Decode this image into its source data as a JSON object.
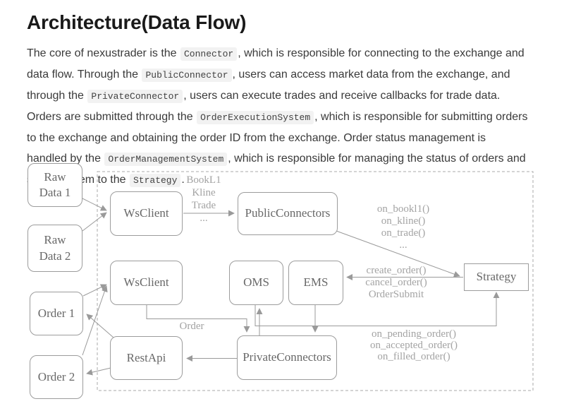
{
  "header": {
    "title": "Architecture(Data Flow)"
  },
  "paragraph": {
    "t1": "The core of nexustrader is the ",
    "c1": "Connector",
    "t2": ", which is responsible for connecting to the exchange and data flow. Through the ",
    "c2": "PublicConnector",
    "t3": ", users can access market data from the exchange, and through the ",
    "c3": "PrivateConnector",
    "t4": ", users can execute trades and receive callbacks for trade data. Orders are submitted through the ",
    "c4": "OrderExecutionSystem",
    "t5": ", which is responsible for submitting orders to the exchange and obtaining the order ID from the exchange. Order status management is handled by the ",
    "c5": "OrderManagementSystem",
    "t6": ", which is responsible for managing the status of orders and sending them to the ",
    "c6": "Strategy",
    "t7": "."
  },
  "diagram": {
    "nodes": {
      "raw_data_1": {
        "line1": "Raw",
        "line2": "Data 1"
      },
      "raw_data_2": {
        "line1": "Raw",
        "line2": "Data 2"
      },
      "order_1": {
        "label": "Order 1"
      },
      "order_2": {
        "label": "Order 2"
      },
      "ws_client_1": {
        "label": "WsClient"
      },
      "ws_client_2": {
        "label": "WsClient"
      },
      "rest_api": {
        "label": "RestApi"
      },
      "public_connectors": {
        "label": "PublicConnectors"
      },
      "oms": {
        "label": "OMS"
      },
      "ems": {
        "label": "EMS"
      },
      "strategy": {
        "label": "Strategy"
      },
      "private_connectors": {
        "label": "PrivateConnectors"
      }
    },
    "edge_labels": {
      "ws_to_public": {
        "line1": "BookL1",
        "line2": "Kline",
        "line3": "Trade",
        "line4": "..."
      },
      "public_to_strategy": {
        "line1": "on_bookl1()",
        "line2": "on_kline()",
        "line3": "on_trade()",
        "line4": "..."
      },
      "strategy_to_ems": {
        "line1": "create_order()",
        "line2": "cancel_order()",
        "line3": "OrderSubmit"
      },
      "oms_to_strategy": {
        "line1": "on_pending_order()",
        "line2": "on_accepted_order()",
        "line3": "on_filled_order()"
      },
      "ws_to_private": {
        "line1": "Order"
      }
    },
    "colors": {
      "box_border": "#9c9c9c",
      "box_text": "#686868",
      "edge": "#9a9a9a",
      "edge_label": "#a3a3a3",
      "dashed_border": "#aaaaaa",
      "code_background": "#f2f2f2",
      "body_text": "#3a3a3a",
      "title_text": "#1a1a1a"
    }
  }
}
